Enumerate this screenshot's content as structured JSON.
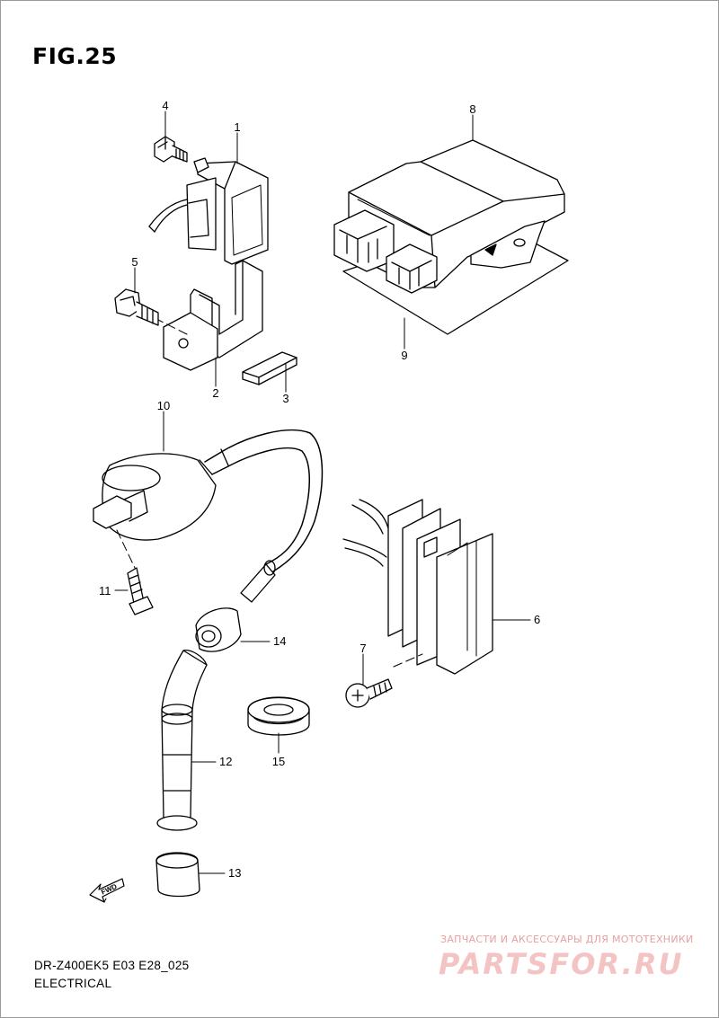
{
  "figure": {
    "title": "FIG.25"
  },
  "callouts": [
    "1",
    "2",
    "3",
    "4",
    "5",
    "6",
    "7",
    "8",
    "9",
    "10",
    "11",
    "12",
    "13",
    "14",
    "15"
  ],
  "arrow_label": "FWD",
  "footer": {
    "model_code": "DR-Z400EK5 E03 E28_025",
    "section": "ELECTRICAL"
  },
  "watermark": {
    "tagline": "ЗАПЧАСТИ И АКСЕССУАРЫ ДЛЯ МОТОТЕХНИКИ",
    "brand": "PARTSFOR.RU"
  }
}
